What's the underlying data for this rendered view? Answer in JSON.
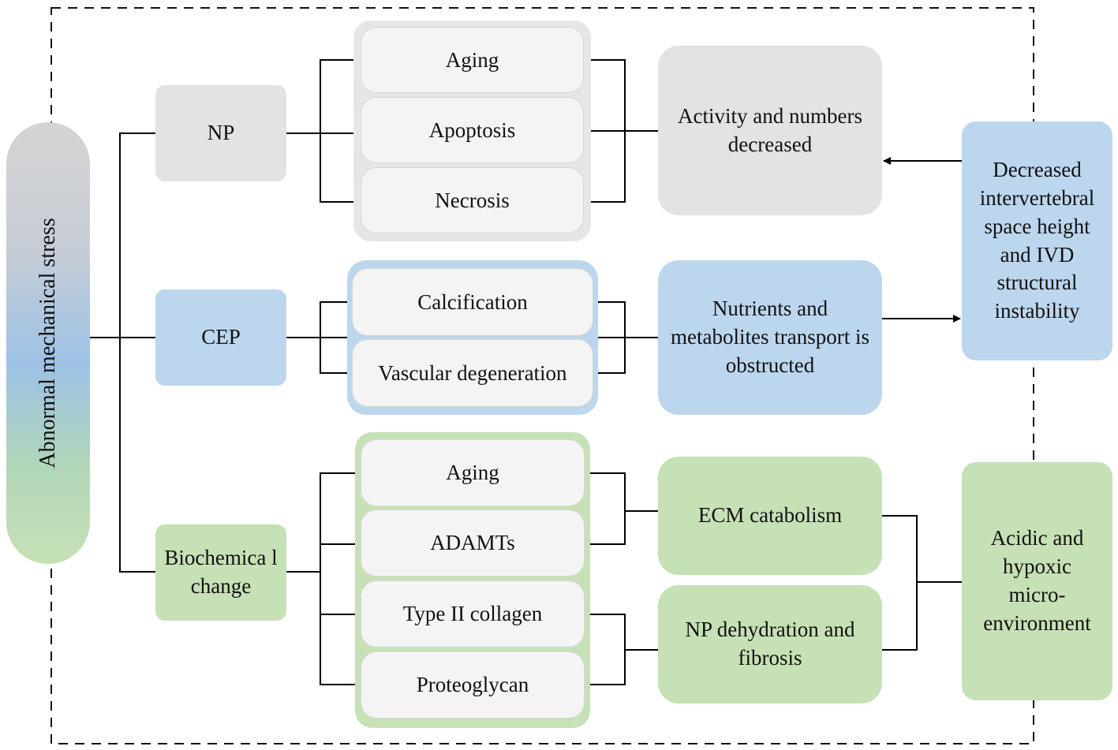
{
  "stress_label": "Abnormal mechanical stress",
  "sources": {
    "np": "NP",
    "cep": "CEP",
    "biochem": "Biochemica l change"
  },
  "np_mechanisms": [
    "Aging",
    "Apoptosis",
    "Necrosis"
  ],
  "cep_mechanisms": [
    "Calcification",
    "Vascular degeneration"
  ],
  "biochem_mechanisms": [
    "Aging",
    "ADAMTs",
    "Type II collagen",
    "Proteoglycan"
  ],
  "effects": {
    "np": "Activity and numbers decreased",
    "cep": "Nutrients and metabolites transport is obstructed",
    "ecm": "ECM catabolism",
    "dehydration": "NP dehydration and fibrosis"
  },
  "outcomes": {
    "height": "Decreased intervertebral space height and IVD structural instability",
    "acidic": "Acidic and hypoxic micro-environment"
  },
  "colors": {
    "grey": "#e3e3e3",
    "blue": "#bcd6ee",
    "green": "#c6e1b5",
    "inner": "#f4f4f4"
  }
}
